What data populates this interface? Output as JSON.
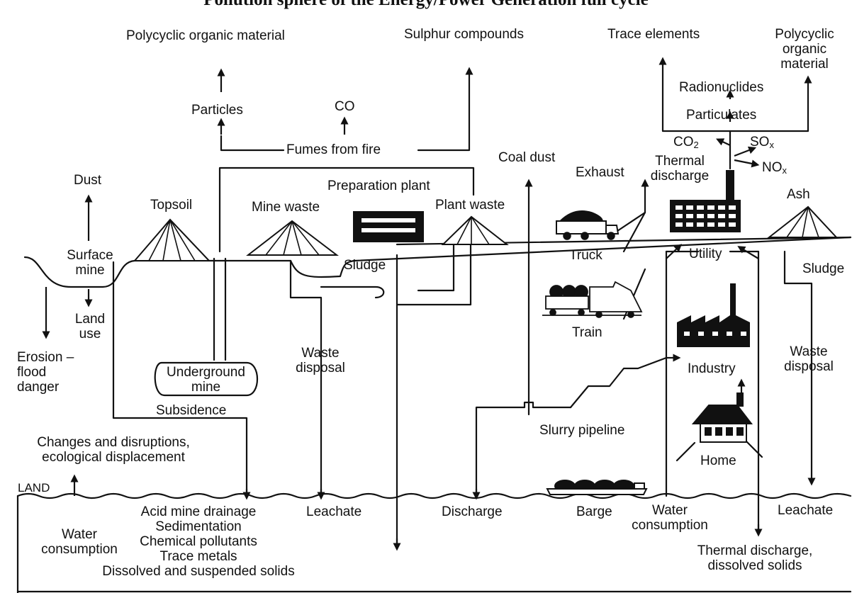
{
  "title": "Pollution sphere of the Energy/Power Generation full cycle",
  "labels": {
    "polycyclic_left": "Polycyclic organic material",
    "sulphur": "Sulphur compounds",
    "trace_elements": "Trace elements",
    "polycyclic_right_1": "Polycyclic",
    "polycyclic_right_2": "organic",
    "polycyclic_right_3": "material",
    "particles": "Particles",
    "co": "CO",
    "fumes": "Fumes from fire",
    "radionuclides": "Radionuclides",
    "particulates": "Particulates",
    "co2": "CO",
    "co2_sub": "2",
    "sox": "SO",
    "sox_sub": "x",
    "nox": "NO",
    "nox_sub": "x",
    "thermal_1": "Thermal",
    "thermal_2": "discharge",
    "coal_dust": "Coal dust",
    "exhaust": "Exhaust",
    "dust": "Dust",
    "topsoil": "Topsoil",
    "mine_waste": "Mine waste",
    "prep_plant": "Preparation plant",
    "plant_waste": "Plant waste",
    "ash": "Ash",
    "surface_mine_1": "Surface",
    "surface_mine_2": "mine",
    "sludge_mid": "Sludge",
    "truck": "Truck",
    "utility": "Utility",
    "sludge_right": "Sludge",
    "land_use_1": "Land",
    "land_use_2": "use",
    "train": "Train",
    "erosion_1": "Erosion –",
    "erosion_2": "flood",
    "erosion_3": "danger",
    "underground_1": "Underground",
    "underground_2": "mine",
    "waste_disposal_mid_1": "Waste",
    "waste_disposal_mid_2": "disposal",
    "industry": "Industry",
    "waste_disposal_right_1": "Waste",
    "waste_disposal_right_2": "disposal",
    "subsidence": "Subsidence",
    "slurry": "Slurry pipeline",
    "changes_1": "Changes and disruptions,",
    "changes_2": "ecological displacement",
    "home": "Home",
    "land": "LAND",
    "acid_1": "Acid mine drainage",
    "acid_2": "Sedimentation",
    "acid_3": "Chemical pollutants",
    "acid_4": "Trace metals",
    "acid_5": "Dissolved and suspended solids",
    "leachate_mid": "Leachate",
    "discharge": "Discharge",
    "barge": "Barge",
    "water_cons_mid_1": "Water",
    "water_cons_mid_2": "consumption",
    "leachate_right": "Leachate",
    "water_cons_left_1": "Water",
    "water_cons_left_2": "consumption",
    "thermal_dissolved_1": "Thermal discharge,",
    "thermal_dissolved_2": "dissolved solids"
  }
}
